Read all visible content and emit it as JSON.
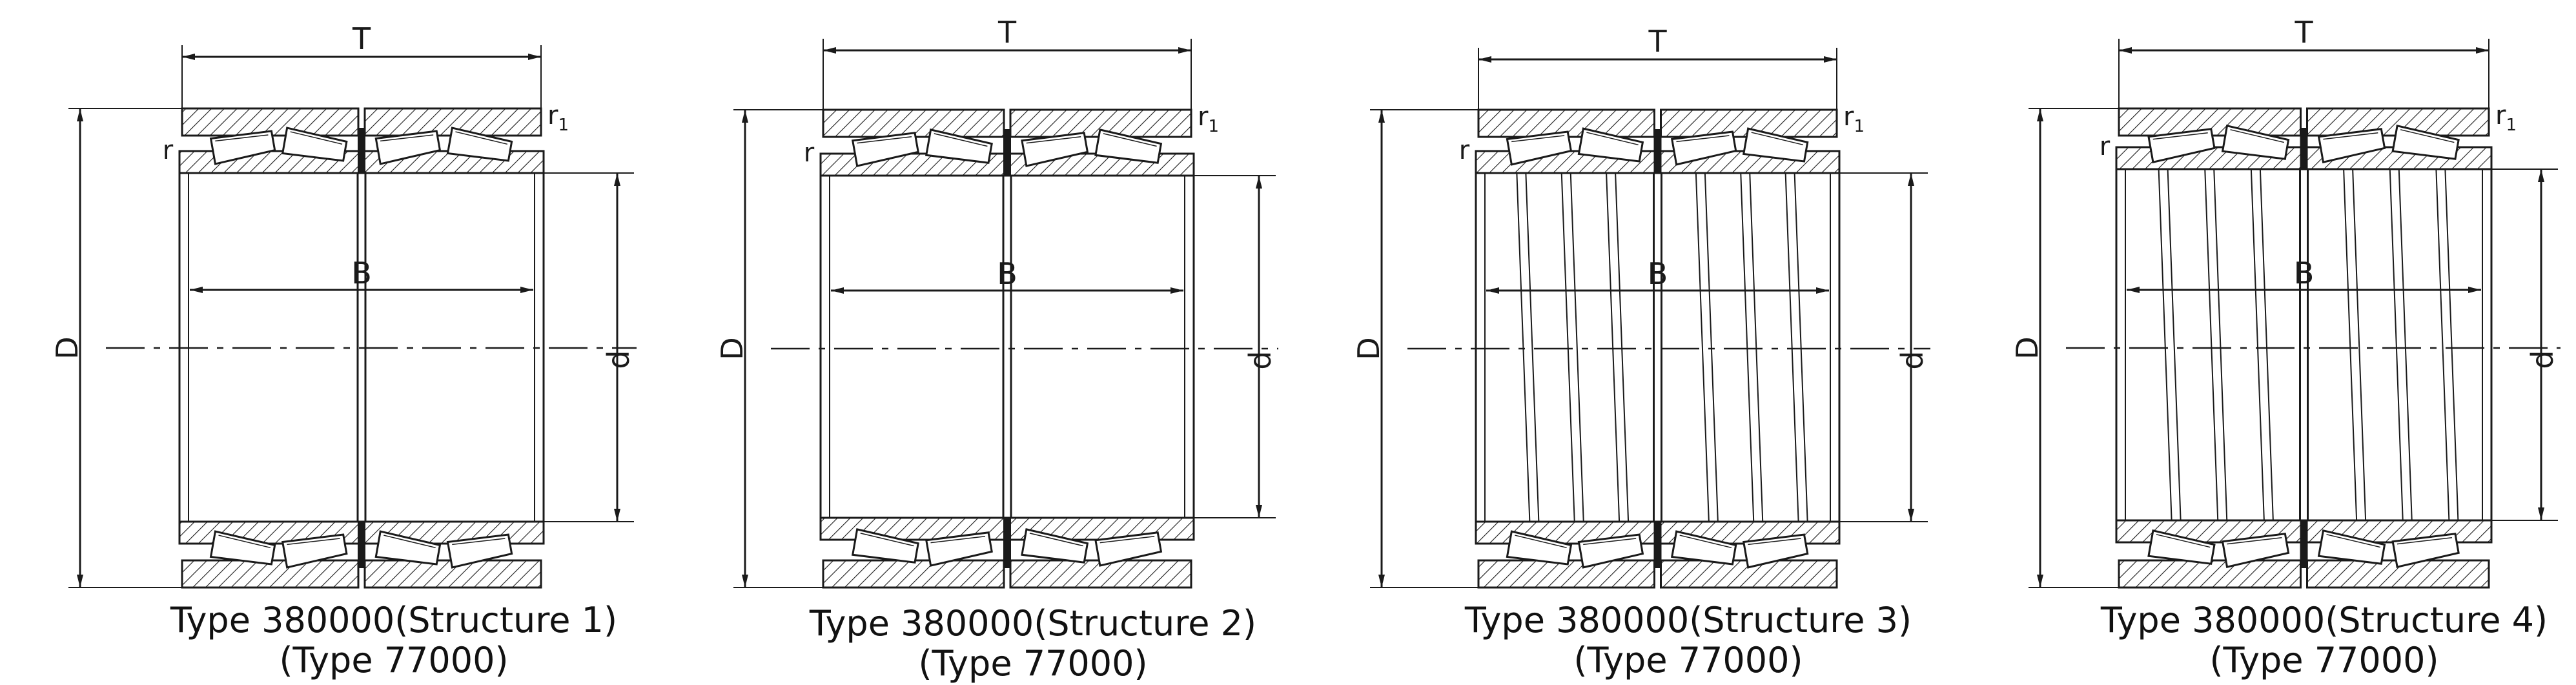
{
  "labels": {
    "T": "T",
    "B": "B",
    "D": "D",
    "d": "d",
    "r": "r",
    "r1_base": "r",
    "r1_sub": "1"
  },
  "captions": [
    {
      "line1": "Type 380000(Structure 1)",
      "line2": "(Type 77000)"
    },
    {
      "line1": "Type 380000(Structure 2)",
      "line2": "(Type 77000)"
    },
    {
      "line1": "Type 380000(Structure 3)",
      "line2": "(Type 77000)"
    },
    {
      "line1": "Type 380000(Structure 4)",
      "line2": "(Type 77000)"
    }
  ],
  "colors": {
    "line": "#1a1a1a",
    "background": "#ffffff"
  }
}
